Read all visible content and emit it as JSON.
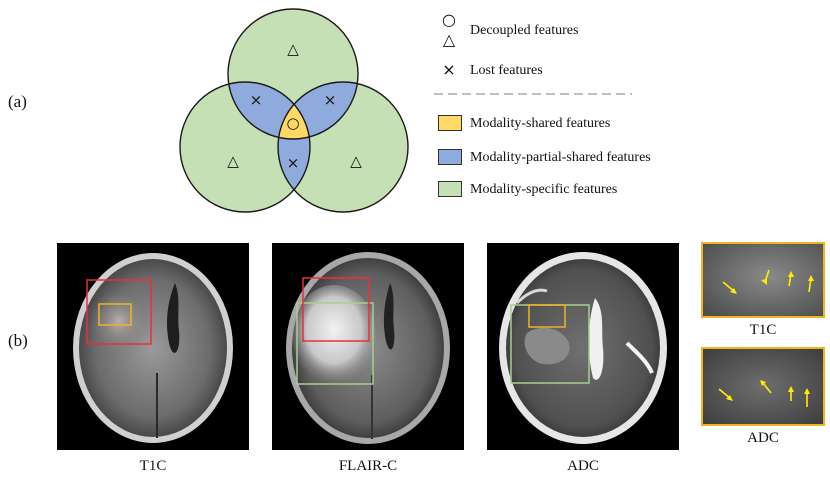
{
  "panel_a": {
    "label": "(a)",
    "symbols": {
      "decoupled": "○",
      "specific": "△",
      "lost": "×"
    },
    "colors": {
      "shared": "#ffd966",
      "partial": "#8faadc",
      "specific": "#c5e0b4",
      "outline": "#1a1a1a",
      "divider": "#aaaaaa"
    },
    "legend": {
      "decoupled": "Decoupled features",
      "lost": "Lost features",
      "shared": "Modality-shared features",
      "partial": "Modality-partial-shared features",
      "specific": "Modality-specific features"
    }
  },
  "panel_b": {
    "label": "(b)",
    "box_colors": {
      "red": "#e8303a",
      "orange": "#f0b323",
      "green": "#a8d08d",
      "arrow": "#ffee00"
    },
    "scans": [
      {
        "caption": "T1C"
      },
      {
        "caption": "FLAIR-C"
      },
      {
        "caption": "ADC"
      }
    ],
    "zooms": [
      {
        "caption": "T1C"
      },
      {
        "caption": "ADC"
      }
    ]
  }
}
